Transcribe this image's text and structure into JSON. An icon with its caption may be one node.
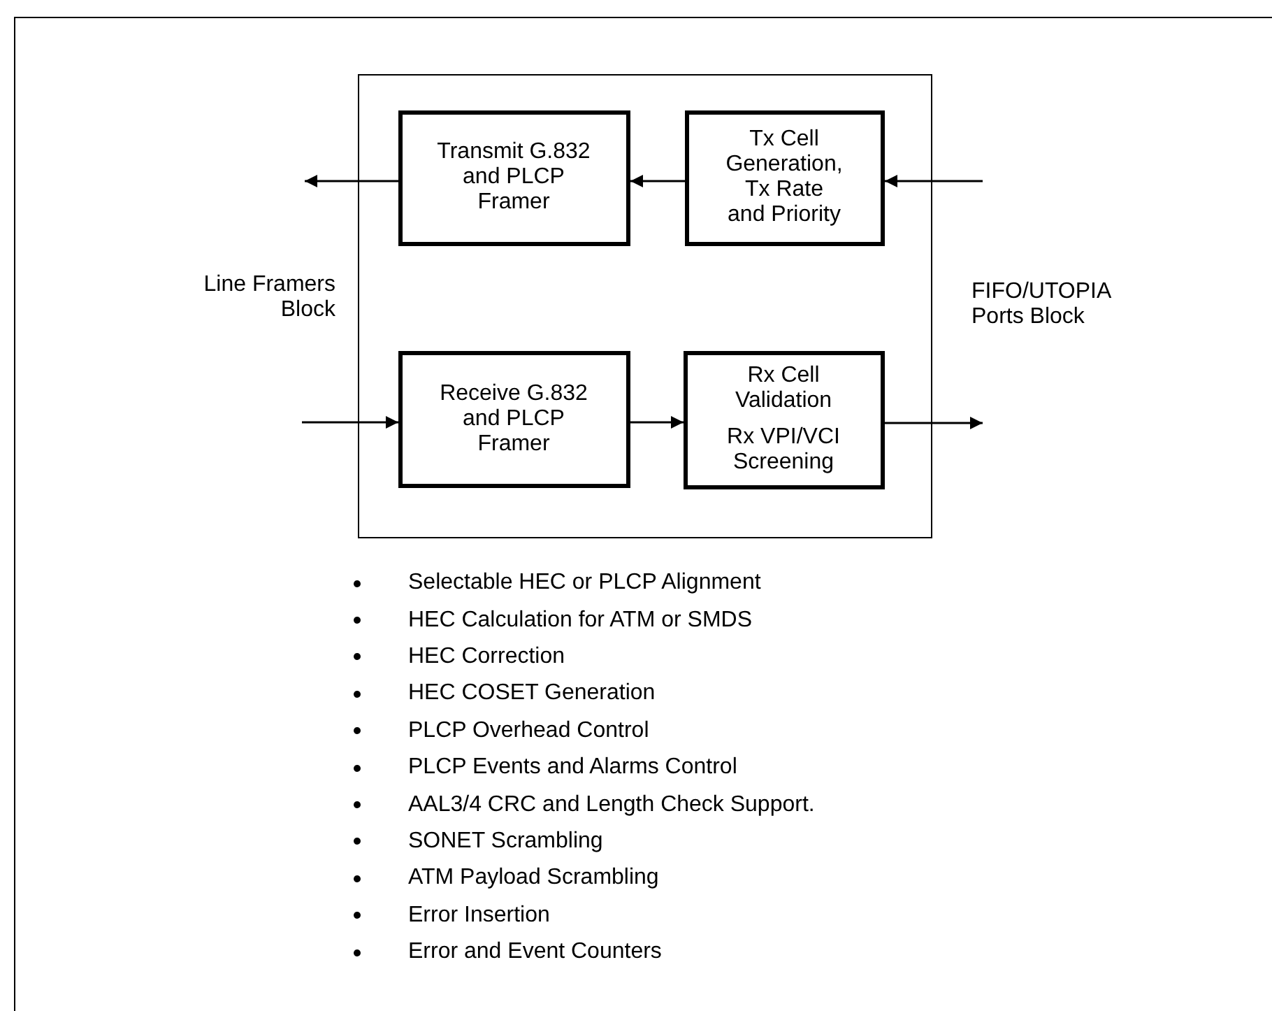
{
  "diagram": {
    "nodes": [
      {
        "text": [],
        "shape": "box"
      },
      {
        "text": [
          "Transmit G.832 and PLCP Framer"
        ],
        "in": 0
      },
      {
        "text": [
          "Tx Cell Generation, Tx Rate and Priority"
        ],
        "in": 0
      },
      {
        "text": [
          "Receive G.832 and PLCP Framer"
        ],
        "in": 0
      },
      {
        "text": [
          "Rx Cell Validation",
          "Rx VPI/VCI Screening"
        ],
        "in": 0
      }
    ],
    "edges": [
      {
        "from": 1,
        "to": null,
        "arrow": "to"
      },
      {
        "from": 2,
        "to": 1,
        "arrow": "to"
      },
      {
        "from": null,
        "to": 2,
        "arrow": "to"
      },
      {
        "from": null,
        "to": 3,
        "arrow": "to"
      },
      {
        "from": 3,
        "to": 4,
        "arrow": "to"
      },
      {
        "from": 4,
        "to": null,
        "arrow": "to"
      }
    ],
    "labels": [
      "Line Framers Block",
      "FIFO/UTOPIA Ports Block",
      "Selectable HEC or PLCP Alignment",
      "HEC Calculation for ATM or SMDS",
      "HEC Correction",
      "HEC COSET Generation",
      "PLCP Overhead Control",
      "PLCP Events and Alarms Control",
      "AAL3/4 CRC and Length Check Support.",
      "SONET Scrambling",
      "ATM Payload Scrambling",
      "Error Insertion",
      "Error and Event Counters"
    ]
  }
}
